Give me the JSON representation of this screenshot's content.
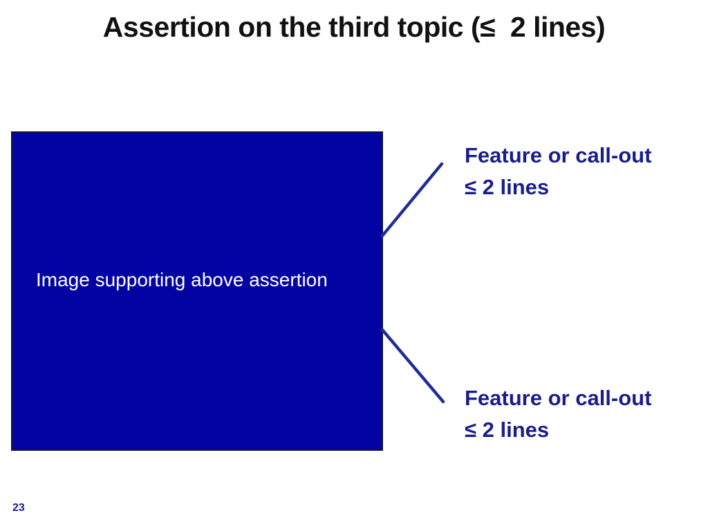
{
  "slide": {
    "title": "Assertion on the third topic (≤  2 lines)",
    "page_number": "23"
  },
  "image_placeholder": {
    "label": "Image supporting above assertion"
  },
  "callouts": [
    {
      "line1": "Feature or call-out",
      "line2": "≤ 2 lines"
    },
    {
      "line1": "Feature or call-out",
      "line2": "≤ 2 lines"
    }
  ],
  "colors": {
    "title_color": "#111111",
    "box_fill": "#0303A3",
    "box_border": "#15153D",
    "line_color": "#1F2D96",
    "accent_navy": "#191D8C"
  }
}
